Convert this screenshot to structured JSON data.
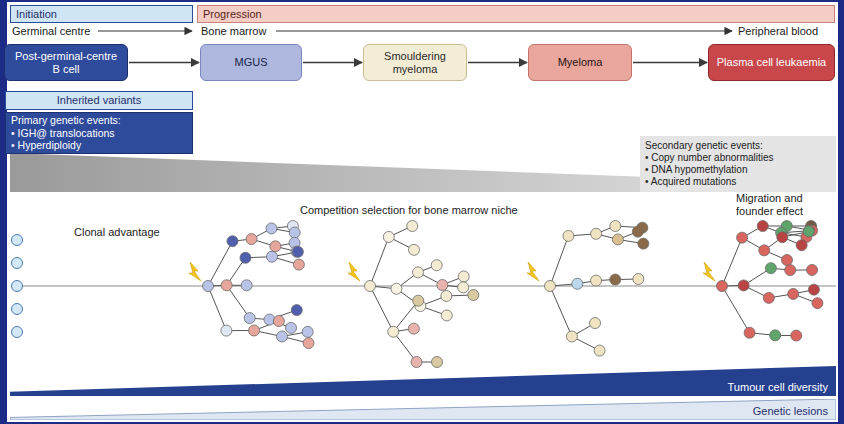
{
  "diagram": {
    "nodes": [
      {
        "text": [
          "Initiation"
        ]
      },
      {
        "text": [
          "Progression"
        ]
      },
      {
        "text": [
          "Post-germinal-centre B cell"
        ]
      },
      {
        "text": [
          "MGUS"
        ]
      },
      {
        "text": [
          "Smouldering myeloma"
        ]
      },
      {
        "text": [
          "Myeloma"
        ]
      },
      {
        "text": [
          "Plasma cell leukaemia"
        ]
      },
      {
        "text": [
          "Inherited variants"
        ]
      },
      {
        "text": [
          "Primary genetic events:",
          "• IGH@ translocations",
          "• Hyperdiploidy"
        ]
      },
      {
        "text": [
          "Secondary genetic events:",
          "• Copy number abnormalities",
          "• DNA hypomethylation",
          "• Acquired mutations"
        ]
      },
      {
        "text": [
          "Tumour cell diversity"
        ]
      },
      {
        "text": [
          "Genetic lesions"
        ]
      }
    ],
    "edges": [
      {
        "from": 2,
        "to": 3,
        "arrow": "to"
      },
      {
        "from": 3,
        "to": 4,
        "arrow": "to"
      },
      {
        "from": 4,
        "to": 5,
        "arrow": "to"
      },
      {
        "from": 5,
        "to": 6,
        "arrow": "to"
      }
    ],
    "labels": [
      "Germinal centre",
      "Bone marrow",
      "Peripheral blood",
      "Competition selection for bone marrow niche",
      "Clonal advantage",
      "Migration and founder effect"
    ]
  }
}
